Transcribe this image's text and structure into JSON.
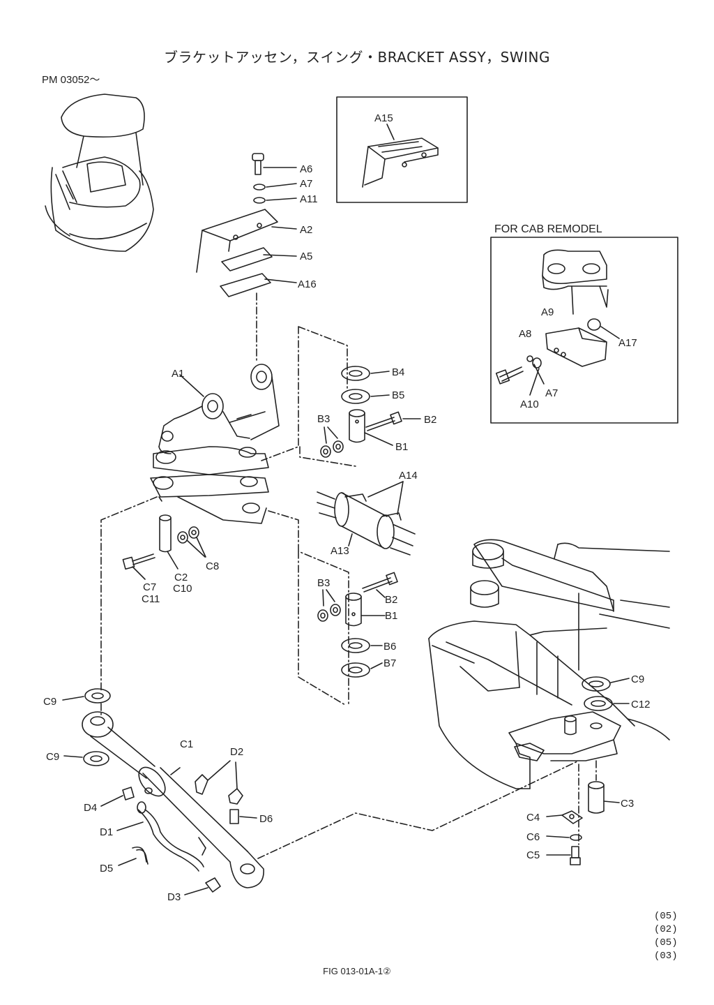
{
  "title": "ブラケットアッセン，スイング・BRACKET ASSY，SWING",
  "serial": "PM 03052～",
  "inset_title": "FOR CAB REMODEL",
  "labels": {
    "A1": "A1",
    "A2": "A2",
    "A5": "A5",
    "A6": "A6",
    "A7": "A7",
    "A8": "A8",
    "A9": "A9",
    "A10": "A10",
    "A11": "A11",
    "A13": "A13",
    "A14": "A14",
    "A15": "A15",
    "A16": "A16",
    "A17": "A17",
    "B1": "B1",
    "B2": "B2",
    "B3": "B3",
    "B4": "B4",
    "B5": "B5",
    "B6": "B6",
    "B7": "B7",
    "C1": "C1",
    "C2": "C2",
    "C3": "C3",
    "C4": "C4",
    "C5": "C5",
    "C6": "C6",
    "C7": "C7",
    "C8": "C8",
    "C9": "C9",
    "C10": "C10",
    "C11": "C11",
    "C12": "C12",
    "D1": "D1",
    "D2": "D2",
    "D3": "D3",
    "D4": "D4",
    "D5": "D5",
    "D6": "D6"
  },
  "revisions": [
    "(05)",
    "(02)",
    "(05)",
    "(03)"
  ],
  "figure_ref": "FIG 013-01A-1②"
}
